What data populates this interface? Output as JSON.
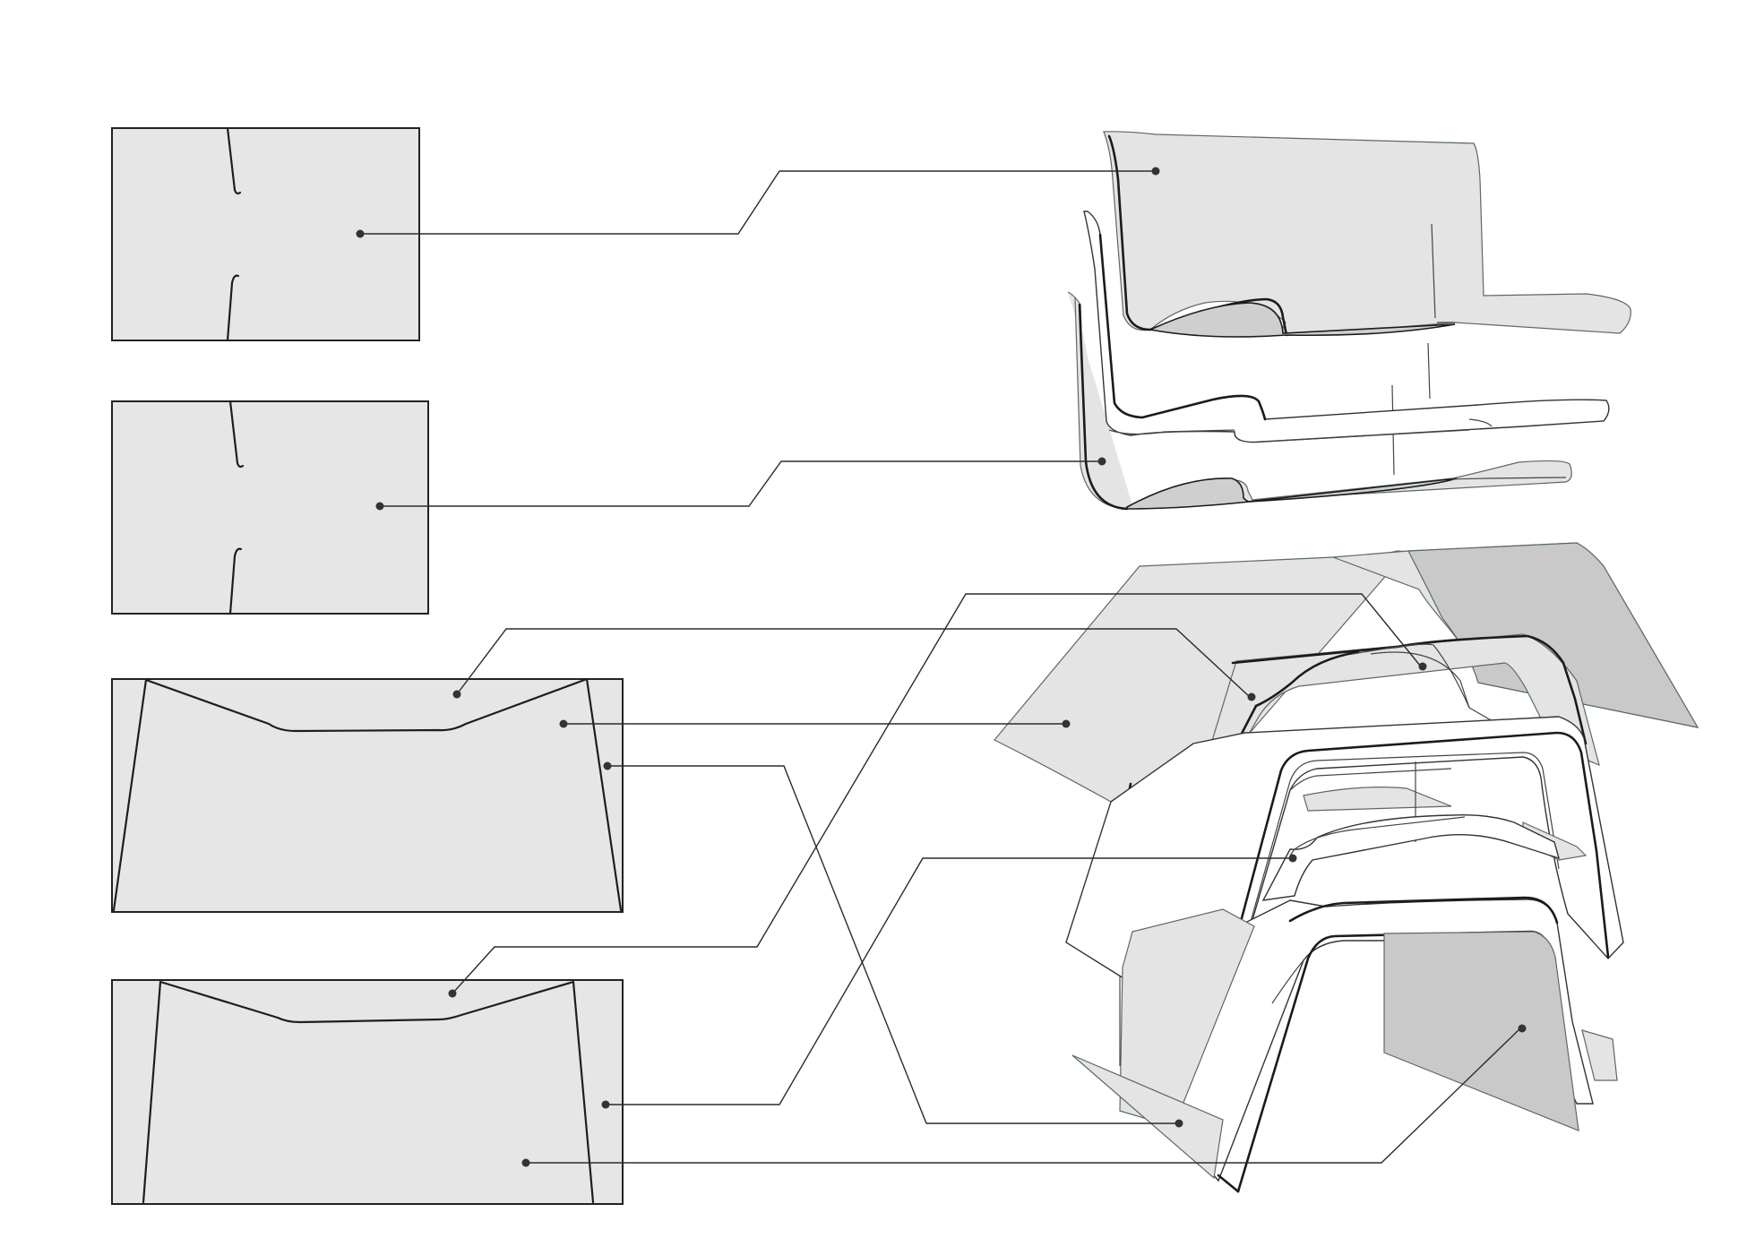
{
  "diagram": {
    "description_labels": [],
    "panels": [
      {
        "id": "panel-seat-back-upper"
      },
      {
        "id": "panel-seat-back-lower"
      },
      {
        "id": "panel-table-top"
      },
      {
        "id": "panel-table-bottom"
      }
    ],
    "colors": {
      "panel_fill": "#e6e6e6",
      "sheet_light": "#e4e4e4",
      "sheet_dark": "#c9c9c9",
      "line": "#222222"
    }
  }
}
